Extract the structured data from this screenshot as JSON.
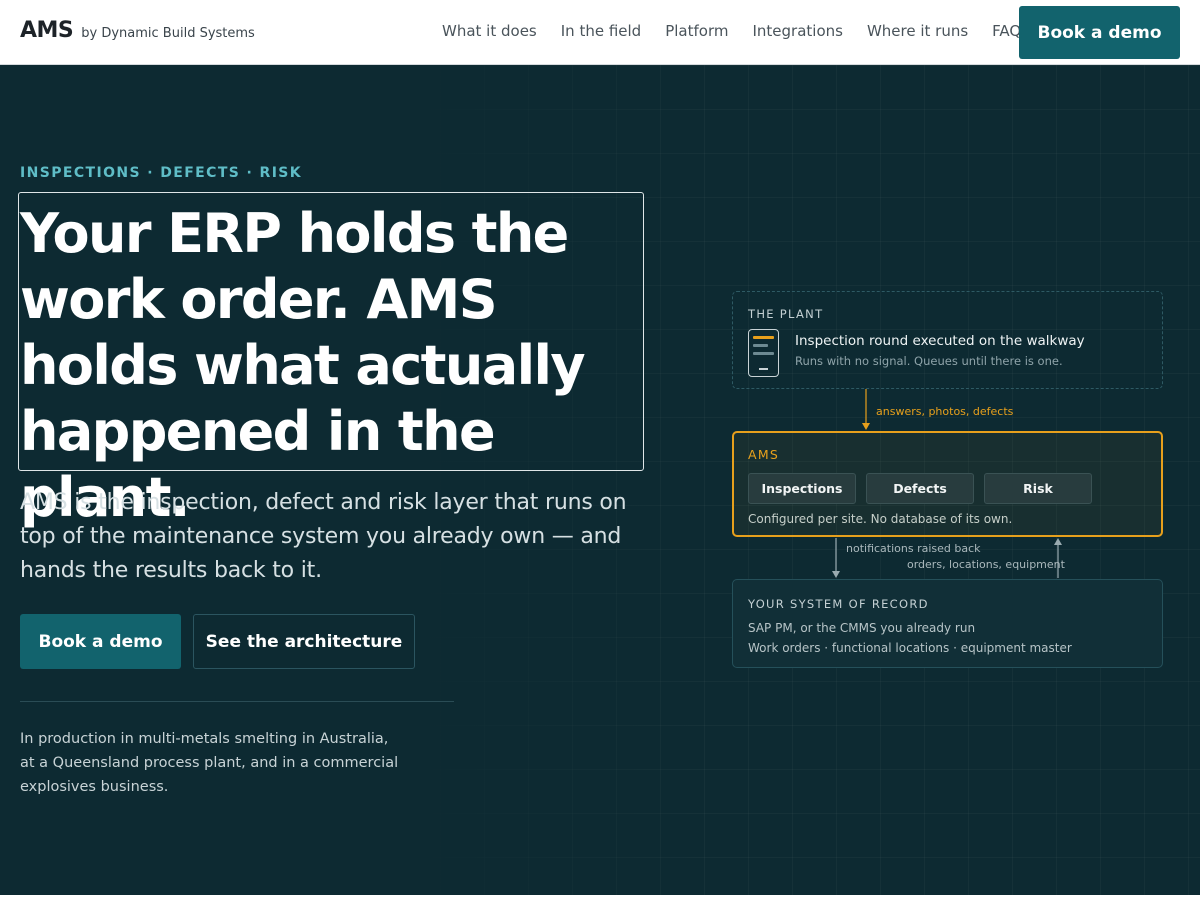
{
  "header": {
    "brand": "AMS",
    "brand_by": "by Dynamic Build Systems",
    "nav": [
      {
        "label": "What it does"
      },
      {
        "label": "In the field"
      },
      {
        "label": "Platform"
      },
      {
        "label": "Integrations"
      },
      {
        "label": "Where it runs"
      },
      {
        "label": "FAQ"
      }
    ],
    "cta_label": "Book a demo"
  },
  "hero": {
    "eyebrow": "INSPECTIONS · DEFECTS · RISK",
    "headline": "Your ERP holds the work order. AMS holds what actually happened in the plant.",
    "lede": "AMS is the inspection, defect and risk layer that runs on top of the maintenance system you already own — and hands the results back to it.",
    "primary_cta": "Book a demo",
    "secondary_cta": "See the architecture",
    "proof_lines": [
      "In production in multi-metals smelting in Australia,",
      "at a Queensland process plant, and in a commercial",
      "explosives business."
    ]
  },
  "diagram": {
    "plant": {
      "label": "THE PLANT",
      "title": "Inspection round executed on the walkway",
      "subtitle": "Runs with no signal. Queues until there is one."
    },
    "flow_down_label": "answers, photos, defects",
    "ams": {
      "label": "AMS",
      "chips": [
        "Inspections",
        "Defects",
        "Risk"
      ],
      "footnote": "Configured per site. No database of its own."
    },
    "flow_out_label": "notifications raised back",
    "flow_in_label": "orders, locations, equipment",
    "system_of_record": {
      "label": "YOUR SYSTEM OF RECORD",
      "lines": [
        "SAP PM, or the CMMS you already run",
        "Work orders · functional locations · equipment master"
      ]
    }
  },
  "colors": {
    "hero_bg": "#0d2a32",
    "accent_teal": "#12636d",
    "accent_amber": "#e7a01c",
    "eyebrow": "#5fbdc7"
  },
  "icons": {
    "plant": "mobile-device-icon"
  }
}
